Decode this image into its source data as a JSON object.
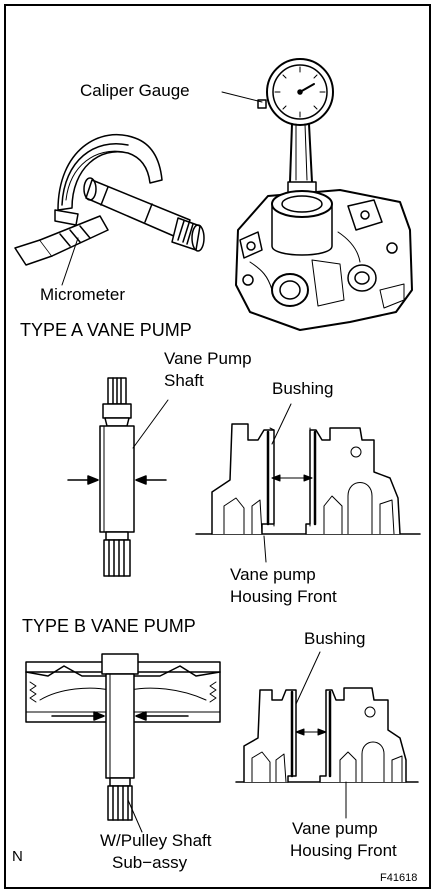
{
  "labels": {
    "caliper_gauge": "Caliper Gauge",
    "micrometer": "Micrometer",
    "type_a_title": "TYPE A VANE PUMP",
    "vane_pump_shaft_line1": "Vane Pump",
    "vane_pump_shaft_line2": "Shaft",
    "bushing_a": "Bushing",
    "housing_a_line1": "Vane pump",
    "housing_a_line2": "Housing Front",
    "type_b_title": "TYPE B VANE PUMP",
    "bushing_b": "Bushing",
    "pulley_shaft_line1": "W/Pulley Shaft",
    "pulley_shaft_line2": "Sub−assy",
    "housing_b_line1": "Vane pump",
    "housing_b_line2": "Housing Front",
    "corner_mark": "N",
    "figure_id": "F41618"
  },
  "colors": {
    "line": "#000000",
    "background": "#ffffff"
  }
}
